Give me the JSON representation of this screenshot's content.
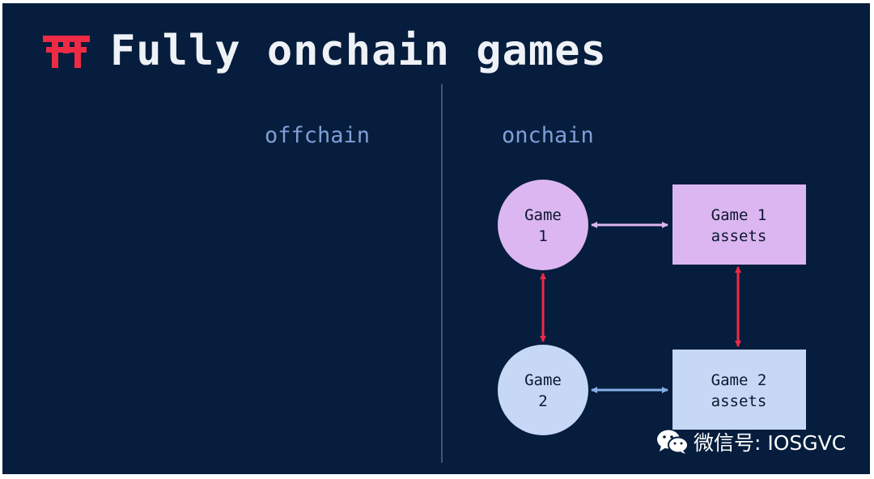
{
  "slide": {
    "title": "Fully onchain games",
    "logo_icon": "torii-gate-icon",
    "sections": {
      "offchain": "offchain",
      "onchain": "onchain"
    }
  },
  "diagram": {
    "nodes": [
      {
        "id": "game1",
        "shape": "circle",
        "lines": [
          "Game",
          "1"
        ],
        "fill": "#dcb6f0"
      },
      {
        "id": "game1_assets",
        "shape": "rect",
        "lines": [
          "Game 1",
          "assets"
        ],
        "fill": "#dcb6f0"
      },
      {
        "id": "game2",
        "shape": "circle",
        "lines": [
          "Game",
          "2"
        ],
        "fill": "#c6d8f5"
      },
      {
        "id": "game2_assets",
        "shape": "rect",
        "lines": [
          "Game 2",
          "assets"
        ],
        "fill": "#c6d8f5"
      }
    ],
    "edges": [
      {
        "from": "game1",
        "to": "game1_assets",
        "bidirectional": true,
        "color": "#dcb6f0"
      },
      {
        "from": "game2",
        "to": "game2_assets",
        "bidirectional": true,
        "color": "#86aee8"
      },
      {
        "from": "game1",
        "to": "game2",
        "bidirectional": true,
        "color": "#ee2b45"
      },
      {
        "from": "game1_assets",
        "to": "game2_assets",
        "bidirectional": true,
        "color": "#ee2b45"
      }
    ]
  },
  "watermark": {
    "icon": "wechat-icon",
    "text": "微信号: IOSGVC"
  },
  "colors": {
    "background": "#061d3d",
    "title": "#eef1f6",
    "section_label": "#7f9fd6",
    "accent": "#ee2b45"
  }
}
